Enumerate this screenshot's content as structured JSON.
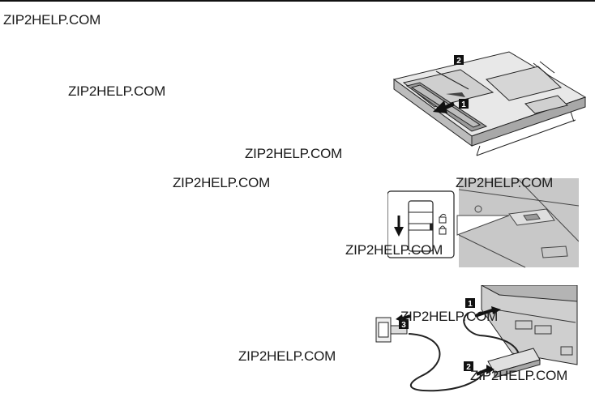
{
  "header_rule_color": "#111111",
  "watermarks": [
    "ZIP2HELP.COM",
    "ZIP2HELP.COM",
    "ZIP2HELP.COM",
    "ZIP2HELP.COM",
    "ZIP2HELP.COM",
    "ZIP2HELP.COM",
    "ZIP2HELP.COM",
    "ZIP2HELP.COM",
    "ZIP2HELP.COM"
  ],
  "figures": {
    "battery": {
      "callouts": [
        "1",
        "2"
      ],
      "icon": "laptop-underside-battery-icon"
    },
    "battery_latch": {
      "icon": "battery-latch-lock-icon"
    },
    "ac_adapter": {
      "callouts": [
        "1",
        "2",
        "3"
      ],
      "icon": "ac-adapter-cable-icon"
    }
  }
}
